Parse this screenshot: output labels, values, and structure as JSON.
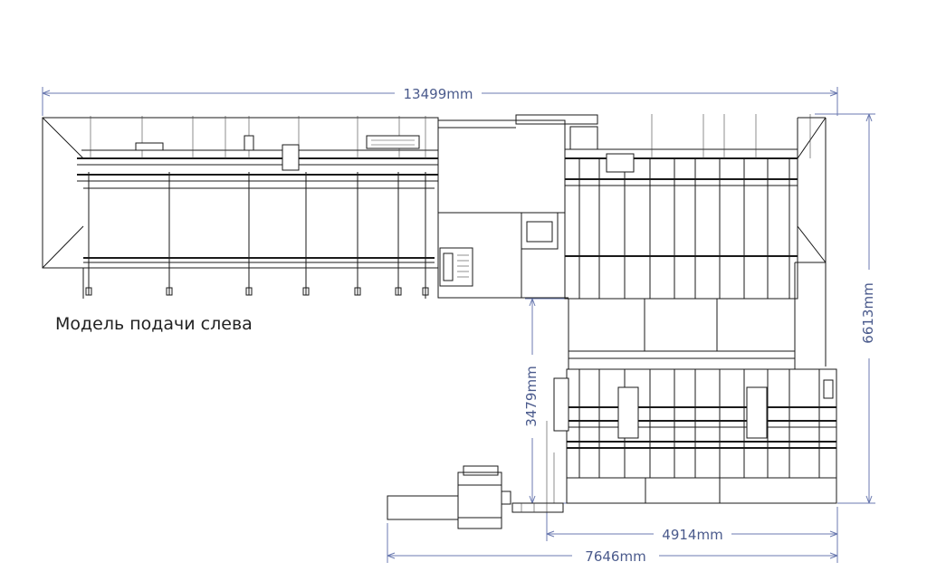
{
  "caption": "Модель подачи слева",
  "dimensions": {
    "total_length": "13499mm",
    "total_depth": "6613mm",
    "offset_depth": "3479mm",
    "lower_width": "4914mm",
    "total_lower_width": "7646mm"
  },
  "colors": {
    "dimension_line": "#6b7ab0",
    "dimension_text": "#4a5a8c",
    "machine_line": "#1a1a1a"
  }
}
